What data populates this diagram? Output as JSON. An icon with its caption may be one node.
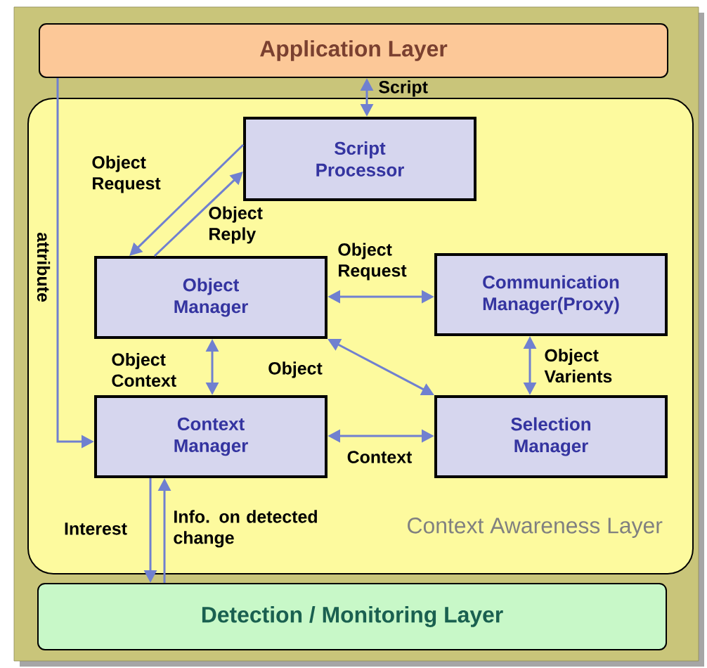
{
  "diagram": {
    "nodes": [
      {
        "text": [
          "Application Layer"
        ]
      },
      {
        "text": [
          "Context Awareness Layer"
        ]
      },
      {
        "text": [
          "Script Processor"
        ],
        "in": 1
      },
      {
        "text": [
          "Object Manager"
        ],
        "in": 1
      },
      {
        "text": [
          "Communication Manager(Proxy)"
        ],
        "in": 1
      },
      {
        "text": [
          "Context Manager"
        ],
        "in": 1
      },
      {
        "text": [
          "Selection Manager"
        ],
        "in": 1
      },
      {
        "text": [
          "Detection / Monitoring Layer"
        ]
      }
    ],
    "edges": [
      {
        "from": 0,
        "to": 2,
        "arrow": "both",
        "label": "Script"
      },
      {
        "from": 2,
        "to": 3,
        "arrow": "to",
        "label": "Object Request"
      },
      {
        "from": 3,
        "to": 2,
        "arrow": "to",
        "label": "Object Reply"
      },
      {
        "from": 3,
        "to": 4,
        "arrow": "both",
        "label": "Object Request"
      },
      {
        "from": 3,
        "to": 5,
        "arrow": "both",
        "label": "Object Context"
      },
      {
        "from": 3,
        "to": 6,
        "arrow": "both",
        "label": "Object"
      },
      {
        "from": 4,
        "to": 6,
        "arrow": "both",
        "label": "Object Varients"
      },
      {
        "from": 5,
        "to": 6,
        "arrow": "both",
        "label": "Context"
      },
      {
        "from": 0,
        "to": 5,
        "arrow": "to",
        "label": "attribute"
      },
      {
        "from": 5,
        "to": 7,
        "arrow": "to",
        "label": "Interest"
      },
      {
        "from": 7,
        "to": 5,
        "arrow": "to",
        "label": "Info. on detected change"
      }
    ]
  }
}
